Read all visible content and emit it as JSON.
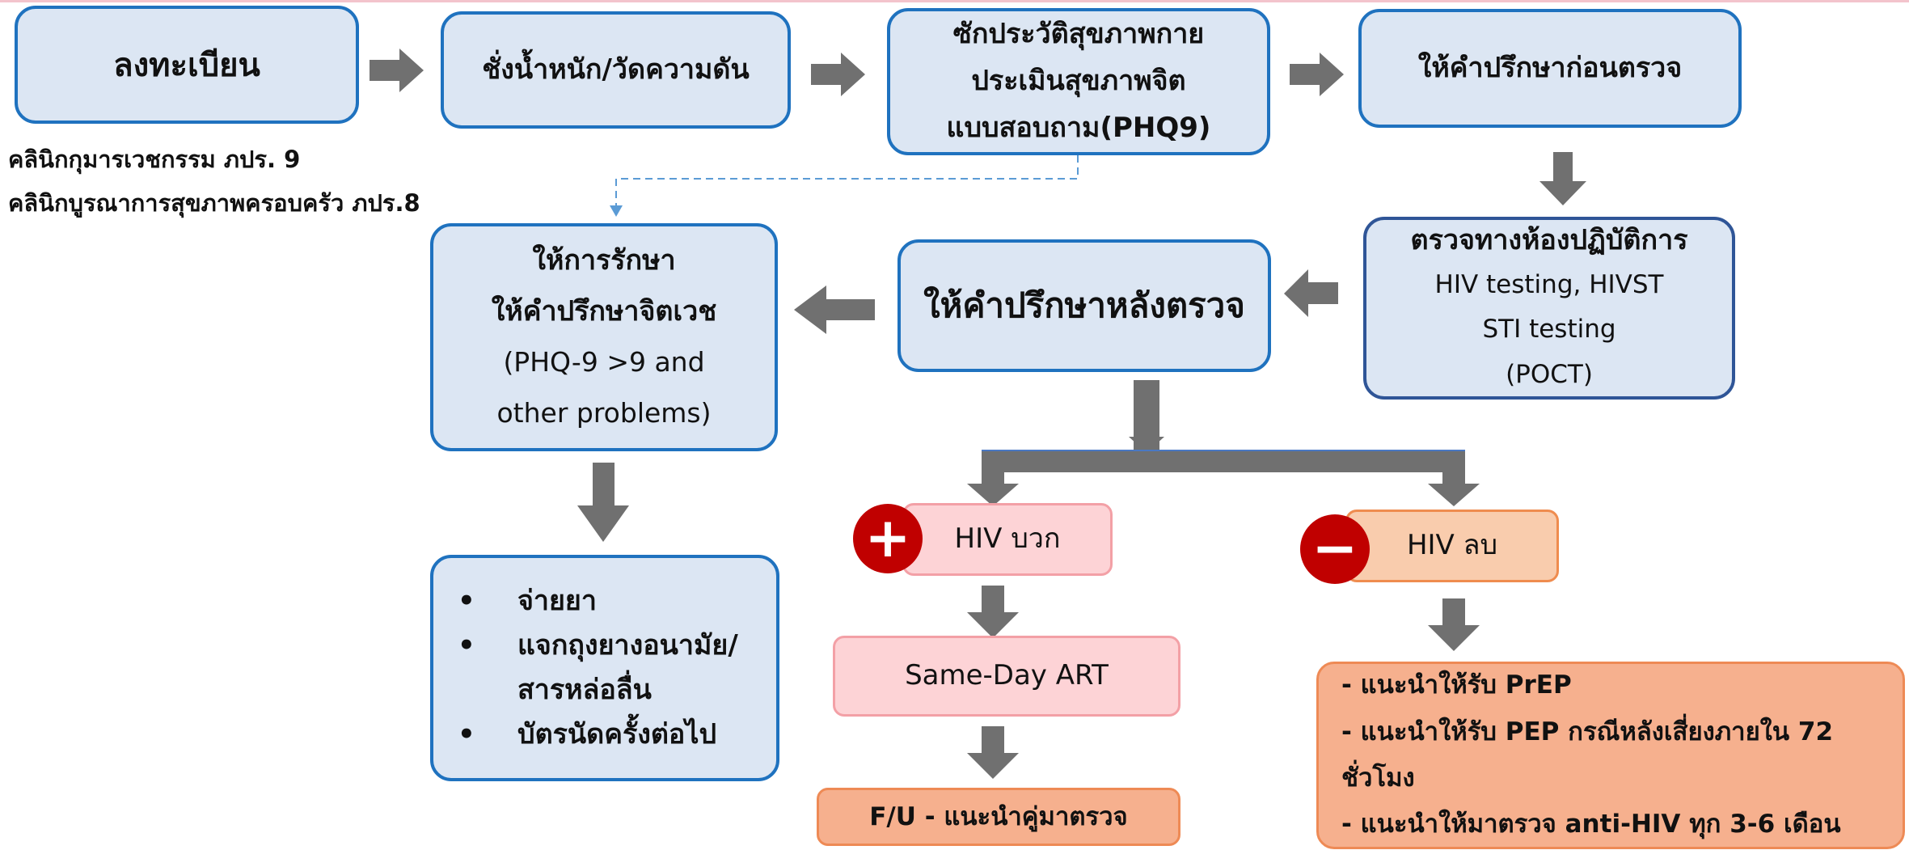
{
  "colors": {
    "box_fill_blue": "#dce6f3",
    "box_border_blue": "#1f72bf",
    "arrow_gray": "#707070",
    "hiv_positive_fill": "#fdd3d6",
    "hiv_negative_fill": "#f9ccad",
    "followup_fill": "#f6b08e",
    "sign_red": "#c00000"
  },
  "steps": {
    "register": "ลงทะเบียน",
    "weigh": "ชั่งน้ำหนัก/วัดความดัน",
    "history": [
      "ซักประวัติสุขภาพกาย",
      "ประเมินสุขภาพจิต",
      "แบบสอบถาม(PHQ9)"
    ],
    "pretest": "ให้คำปรึกษาก่อนตรวจ",
    "lab": {
      "title": "ตรวจทางห้องปฏิบัติการ",
      "lines": [
        "HIV testing, HIVST",
        "STI testing",
        "(POCT)"
      ]
    },
    "posttest": "ให้คำปรึกษาหลังตรวจ",
    "treat": {
      "lines": [
        "ให้การรักษา",
        "ให้คำปรึกษาจิตเวช"
      ],
      "sub": [
        "(PHQ-9 >9 and",
        "other problems)"
      ]
    }
  },
  "clinic_notes": [
    "คลินิกกุมารเวชกรรม ภปร. 9",
    "คลินิกบูรณาการสุขภาพครอบครัว ภปร.8"
  ],
  "services": {
    "bullet": "•",
    "items": [
      "จ่ายยา",
      "แจกถุงยางอนามัย/สารหล่อลื่น",
      "บัตรนัดครั้งต่อไป"
    ]
  },
  "outcomes": {
    "positive": {
      "sign": "+",
      "label": "HIV บวก",
      "next": "Same-Day ART",
      "followup": "F/U - แนะนำคู่มาตรวจ"
    },
    "negative": {
      "sign": "−",
      "label": "HIV ลบ",
      "advice": [
        "- แนะนำให้รับ PrEP",
        "- แนะนำให้รับ PEP กรณีหลังเสี่ยงภายใน 72",
        "ชั่วโมง",
        "- แนะนำให้มาตรวจ anti-HIV ทุก 3-6 เดือน"
      ]
    }
  }
}
